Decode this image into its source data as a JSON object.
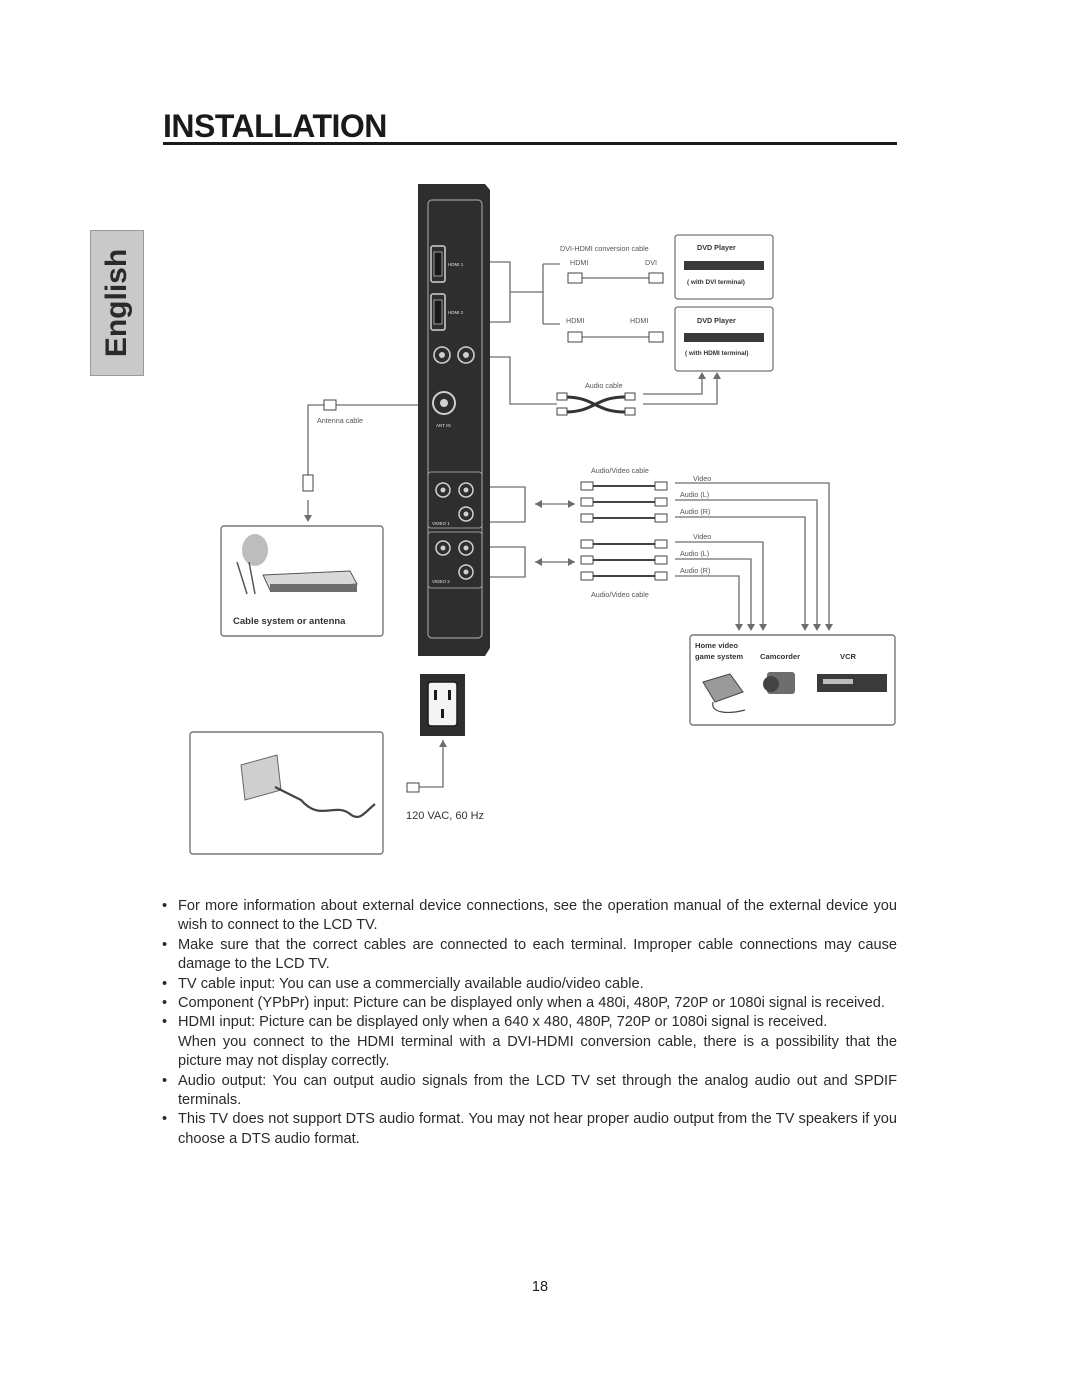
{
  "header": {
    "title": "INSTALLATION"
  },
  "side_tab": {
    "language": "English"
  },
  "diagram": {
    "panel_labels": {
      "hdmi1": "HDMI 1",
      "hdmi2": "HDMI 2",
      "ant_in": "ANT IN",
      "video1": "VIDEO 1",
      "video2": "VIDEO 2"
    },
    "dvi_hdmi_cable": "DVI-HDMI conversion cable",
    "hdmi_a": "HDMI",
    "dvi": "DVI",
    "hdmi_b": "HDMI",
    "hdmi_c": "HDMI",
    "dvd_player_1": "DVD Player",
    "dvd_player_1_sub": "( with DVI terminal)",
    "dvd_player_2": "DVD Player",
    "dvd_player_2_sub": "( with HDMI terminal)",
    "audio_cable": "Audio cable",
    "antenna_cable": "Antenna cable",
    "av_cable_top": "Audio/Video cable",
    "av_cable_bottom": "Audio/Video cable",
    "video_1": "Video",
    "audio_l_1": "Audio (L)",
    "audio_r_1": "Audio (R)",
    "video_2": "Video",
    "audio_l_2": "Audio (L)",
    "audio_r_2": "Audio (R)",
    "cable_system": "Cable system or antenna",
    "home_video_1": "Home video",
    "home_video_2": "game system",
    "camcorder": "Camcorder",
    "vcr": "VCR",
    "power": "120 VAC, 60 Hz"
  },
  "notes": [
    {
      "text": "For more information about external device connections, see the operation manual of the external device you wish to connect to the LCD TV."
    },
    {
      "text": "Make sure that the correct cables are connected to each terminal. Improper cable connections may cause damage to the LCD TV."
    },
    {
      "text": "TV cable input: You can use a commercially available audio/video cable."
    },
    {
      "text": "Component (YPbPr) input: Picture can be displayed only when a 480i, 480P,  720P or 1080i signal is received."
    },
    {
      "text": "HDMI input: Picture can be displayed only when a 640 x 480, 480P, 720P or 1080i signal is received.",
      "sub": "When you connect to the HDMI terminal with a DVI-HDMI conversion cable, there is a possibility that the picture may not display correctly."
    },
    {
      "text": "Audio output: You can output audio signals from the LCD TV set through the analog audio out and SPDIF terminals."
    },
    {
      "text": "This TV does not support DTS audio format. You may not hear proper audio output from the TV speakers if you choose a DTS audio format."
    }
  ],
  "footer": {
    "page_number": "18"
  }
}
